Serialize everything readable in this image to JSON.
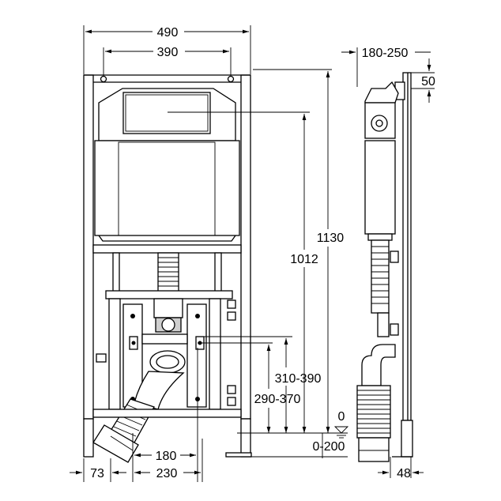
{
  "drawing": {
    "labels": {
      "width_frame": "490",
      "width_mounting": "390",
      "depth_range": "180-250",
      "top_offset": "50",
      "height_total": "1130",
      "height_tank": "1012",
      "height_inlet_high": "310-390",
      "height_inlet_low": "290-370",
      "zero_level": "0",
      "floor_range": "0-200",
      "drain_width": "180",
      "foot_offset": "73",
      "drain_offset": "230",
      "rear_offset": "48"
    }
  }
}
